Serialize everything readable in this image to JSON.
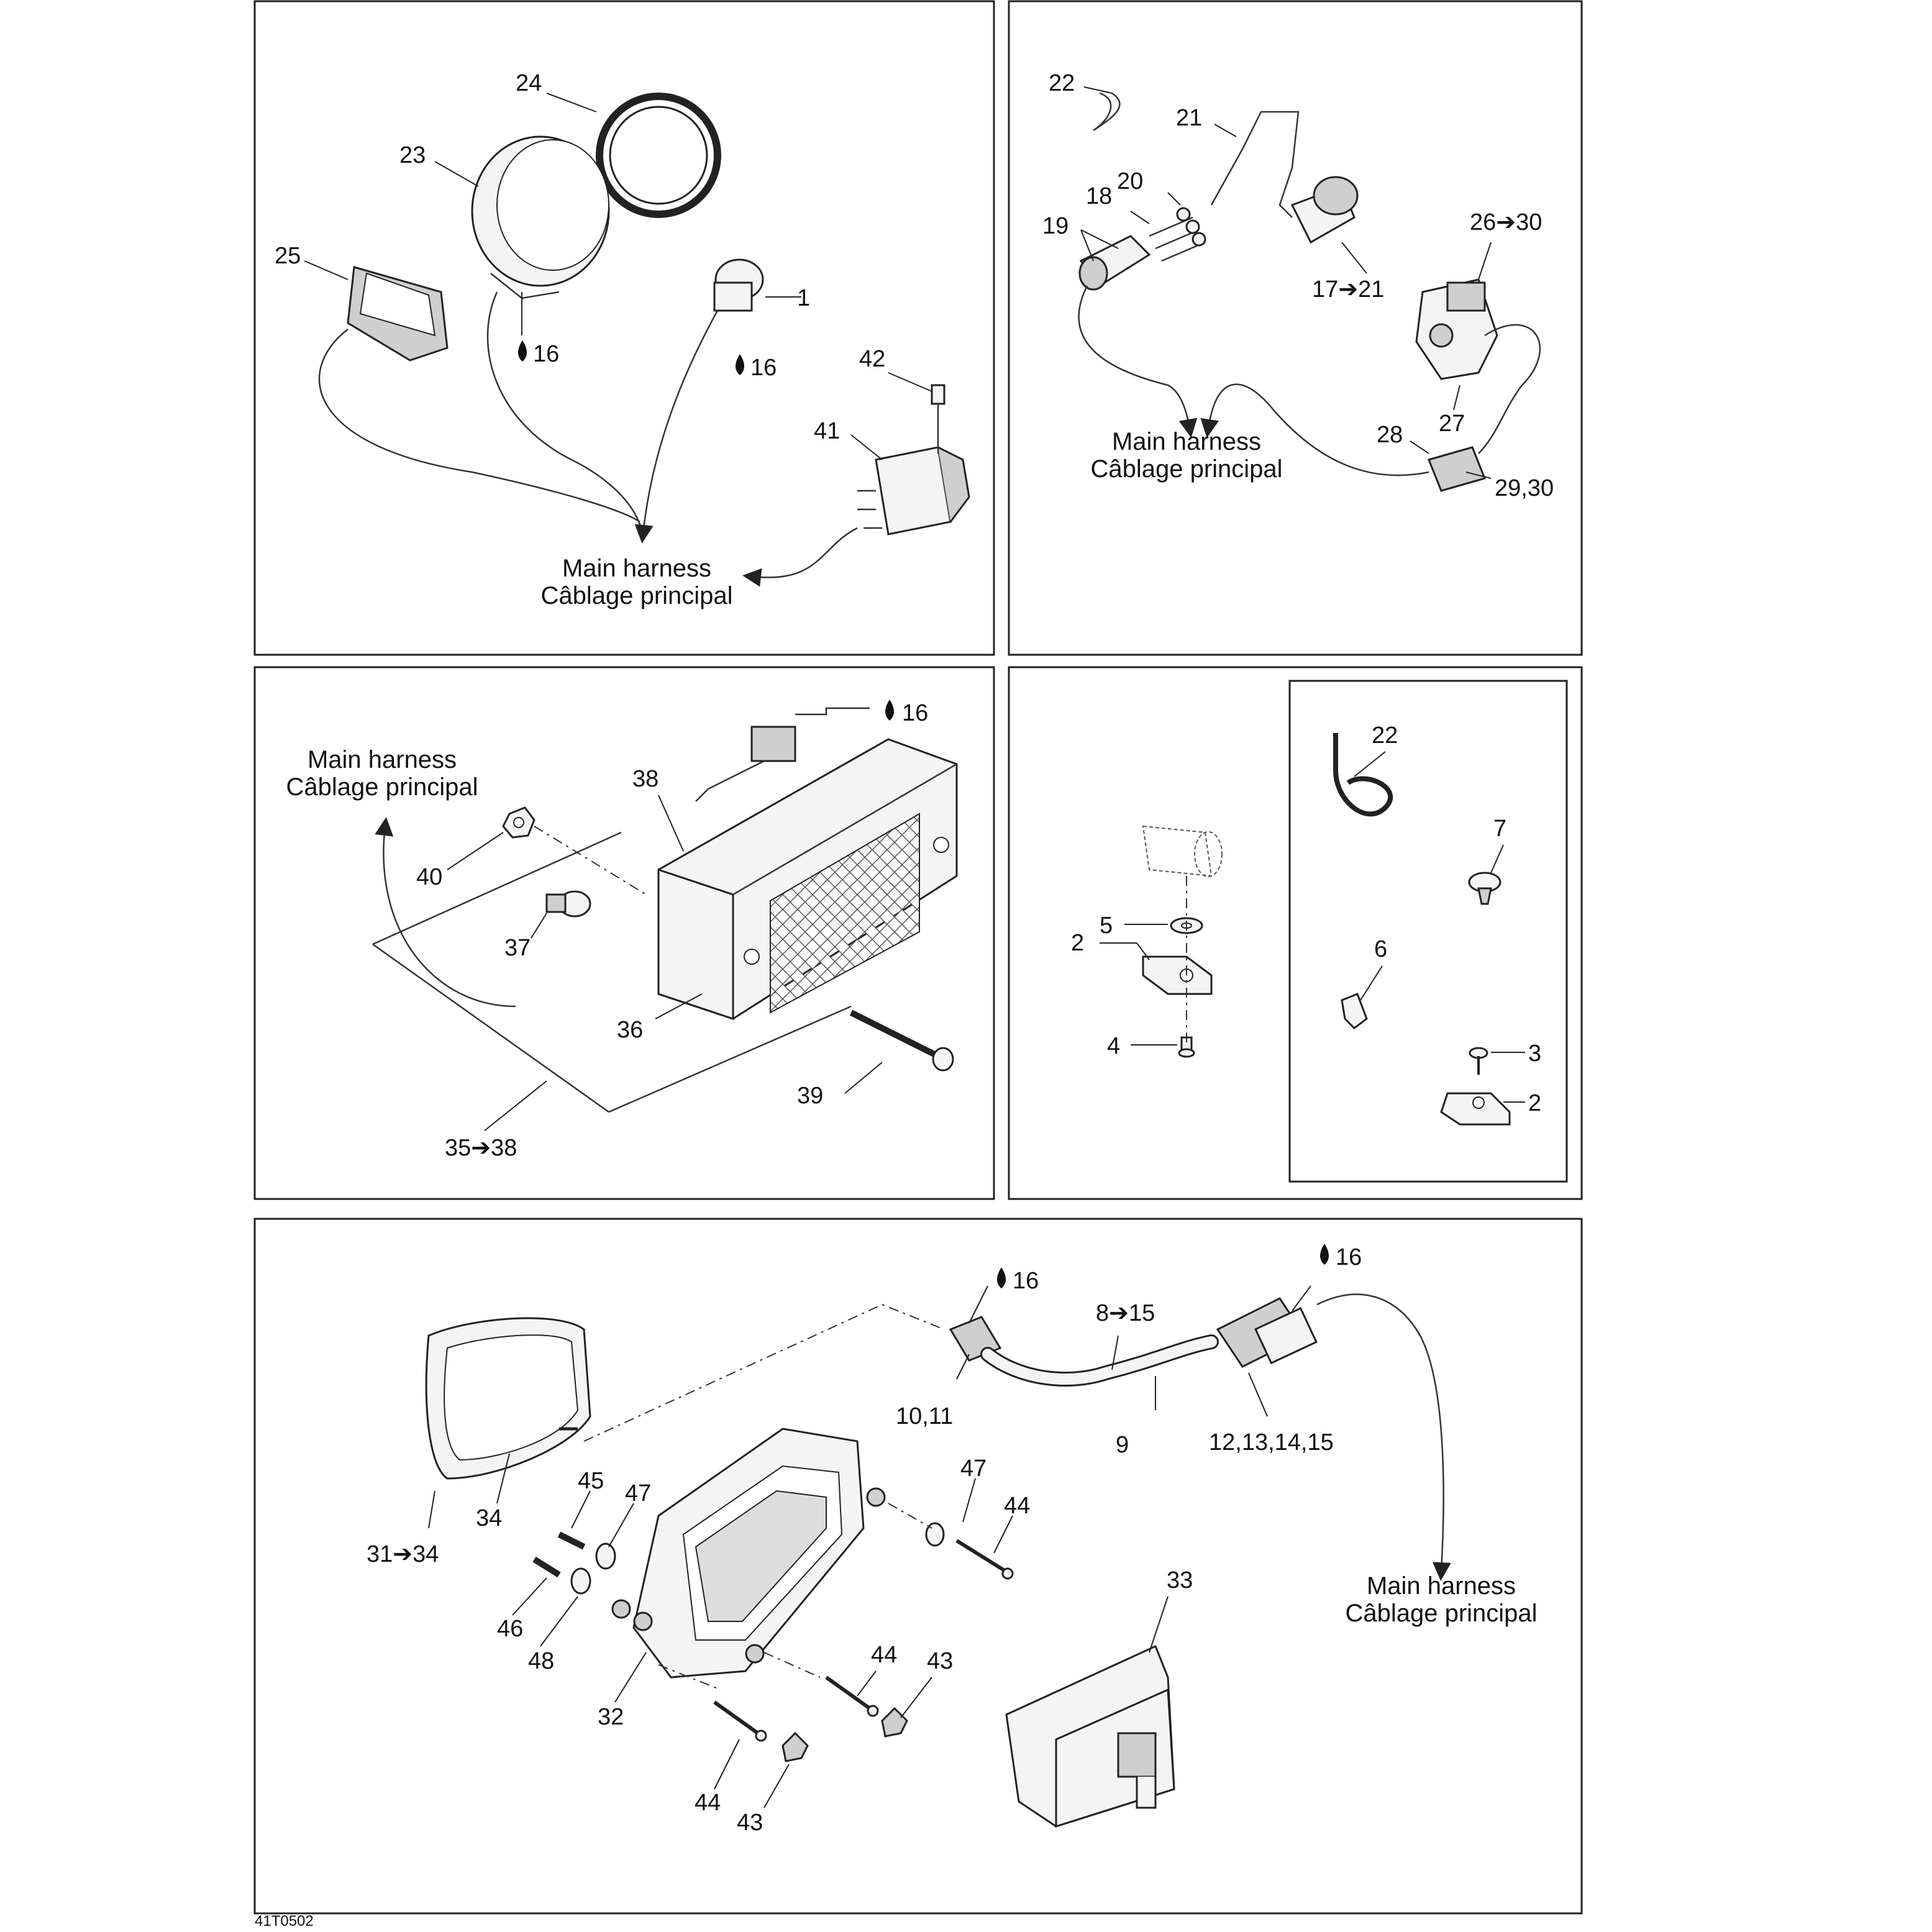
{
  "labels": {
    "main_harness_en": "Main harness",
    "main_harness_fr": "Câblage principal",
    "code": "41T0502"
  },
  "panel1": {
    "n1": "1",
    "n16a": "16",
    "n16b": "16",
    "n23": "23",
    "n24": "24",
    "n25": "25",
    "n41": "41",
    "n42": "42"
  },
  "panel2": {
    "n17_21": "17➔21",
    "n18": "18",
    "n19": "19",
    "n20": "20",
    "n21": "21",
    "n22": "22",
    "n26_30": "26➔30",
    "n27": "27",
    "n28": "28",
    "n29_30": "29,30"
  },
  "panel3": {
    "n16": "16",
    "n35_38": "35➔38",
    "n36": "36",
    "n37": "37",
    "n38": "38",
    "n39": "39",
    "n40": "40"
  },
  "panel4": {
    "n2a": "2",
    "n2b": "2",
    "n3": "3",
    "n4": "4",
    "n5": "5",
    "n6": "6",
    "n7": "7",
    "n22": "22"
  },
  "panel5": {
    "n16a": "16",
    "n16b": "16",
    "n8_15": "8➔15",
    "n9": "9",
    "n10_11": "10,11",
    "n12_15": "12,13,14,15",
    "n31_34": "31➔34",
    "n32": "32",
    "n33": "33",
    "n34": "34",
    "n43a": "43",
    "n43b": "43",
    "n44a": "44",
    "n44b": "44",
    "n44c": "44",
    "n45": "45",
    "n46": "46",
    "n47a": "47",
    "n47b": "47",
    "n48": "48"
  }
}
